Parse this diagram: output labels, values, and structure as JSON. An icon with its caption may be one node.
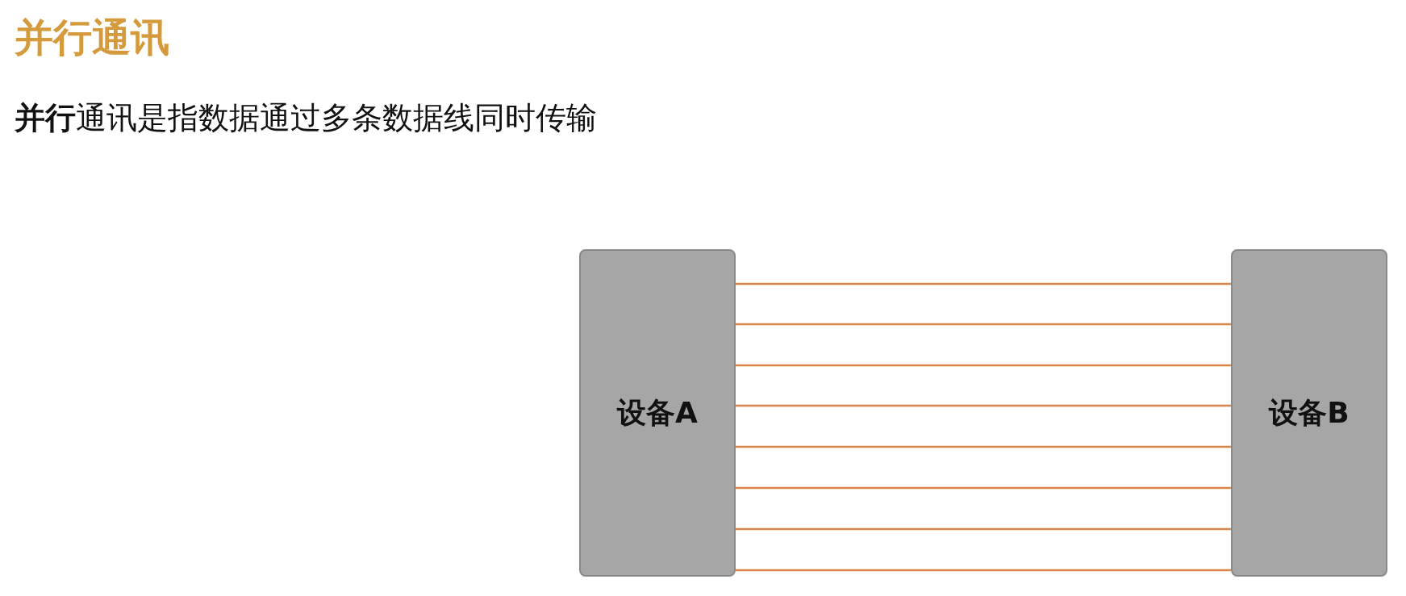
{
  "diagram": {
    "title": "并行通讯",
    "caption": "**并行**通讯是指数据通过多条数据线同时传输",
    "nodes": [
      {
        "text": [
          "设备A"
        ]
      },
      {
        "text": [
          "设备B"
        ]
      }
    ],
    "edges": [
      {
        "from": 0,
        "to": 1,
        "arrow": "none"
      },
      {
        "from": 0,
        "to": 1,
        "arrow": "none"
      },
      {
        "from": 0,
        "to": 1,
        "arrow": "none"
      },
      {
        "from": 0,
        "to": 1,
        "arrow": "none"
      },
      {
        "from": 0,
        "to": 1,
        "arrow": "none"
      },
      {
        "from": 0,
        "to": 1,
        "arrow": "none"
      },
      {
        "from": 0,
        "to": 1,
        "arrow": "none"
      },
      {
        "from": 0,
        "to": 1,
        "arrow": "none"
      }
    ]
  }
}
